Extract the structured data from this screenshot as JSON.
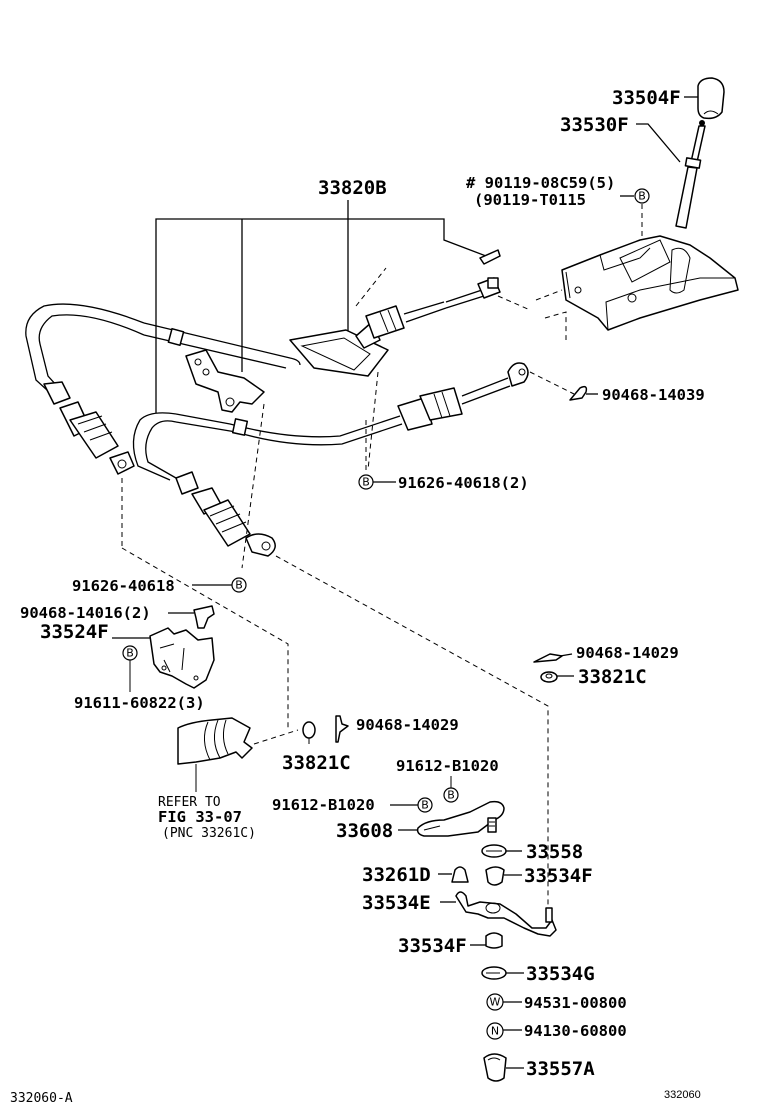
{
  "diagram": {
    "type": "parts-exploded-view",
    "figure_id": "332060-A",
    "figure_ref": "332060",
    "labels": {
      "knob": "33504F",
      "lever": "33530F",
      "bolt_note_1": "# 90119-08C59(5)",
      "bolt_note_2": "(90119-T0115",
      "cable_assy": "33820B",
      "clip_upper": "90468-14039",
      "bolt_b_cable": "91626-40618(2)",
      "bolt_left": "91626-40618",
      "clip_left": "90468-14016(2)",
      "bracket": "33524F",
      "bolt_bracket": "91611-60822(3)",
      "clip_mid": "90468-14029",
      "bushing_mid": "33821C",
      "clip_right": "90468-14029",
      "bushing_right": "33821C",
      "bolt_lever_1": "91612-B1020",
      "bolt_lever_2": "91612-B1020",
      "lever_control": "33608",
      "refer_1": "REFER TO",
      "refer_2": "FIG 33-07",
      "refer_3": "(PNC 33261C)",
      "washer_33558": "33558",
      "stopper": "33261D",
      "bushing_f1": "33534F",
      "lever_e": "33534E",
      "bushing_f2": "33534F",
      "washer_g": "33534G",
      "washer_w": "94531-00800",
      "nut_n": "94130-60800",
      "cover": "33557A"
    },
    "markers": {
      "b": "B",
      "w": "W",
      "n": "N"
    }
  }
}
